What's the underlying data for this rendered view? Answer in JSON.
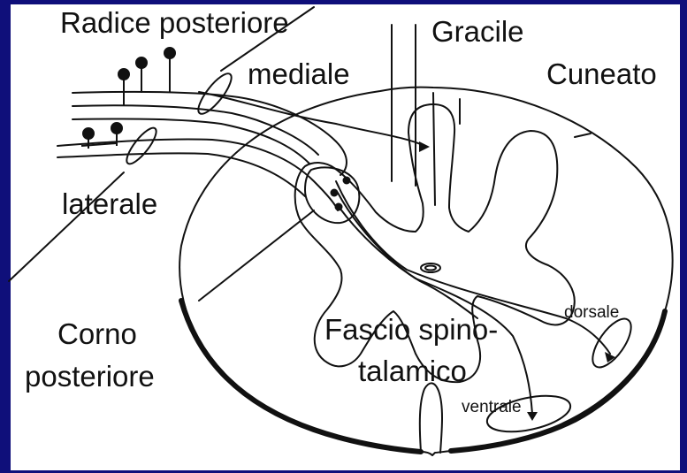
{
  "colors": {
    "frame": "#0f0f7a",
    "paper": "#ffffff",
    "ink": "#111111"
  },
  "labels": {
    "radice_posteriore": "Radice posteriore",
    "gracile": "Gracile",
    "mediale": "mediale",
    "cuneato": "Cuneato",
    "laterale": "laterale",
    "corno": "Corno",
    "posteriore": "posteriore",
    "fascio_spino": "Fascio spino-",
    "talamico": "talamico",
    "dorsale": "dorsale",
    "ventrale": "ventrale"
  }
}
